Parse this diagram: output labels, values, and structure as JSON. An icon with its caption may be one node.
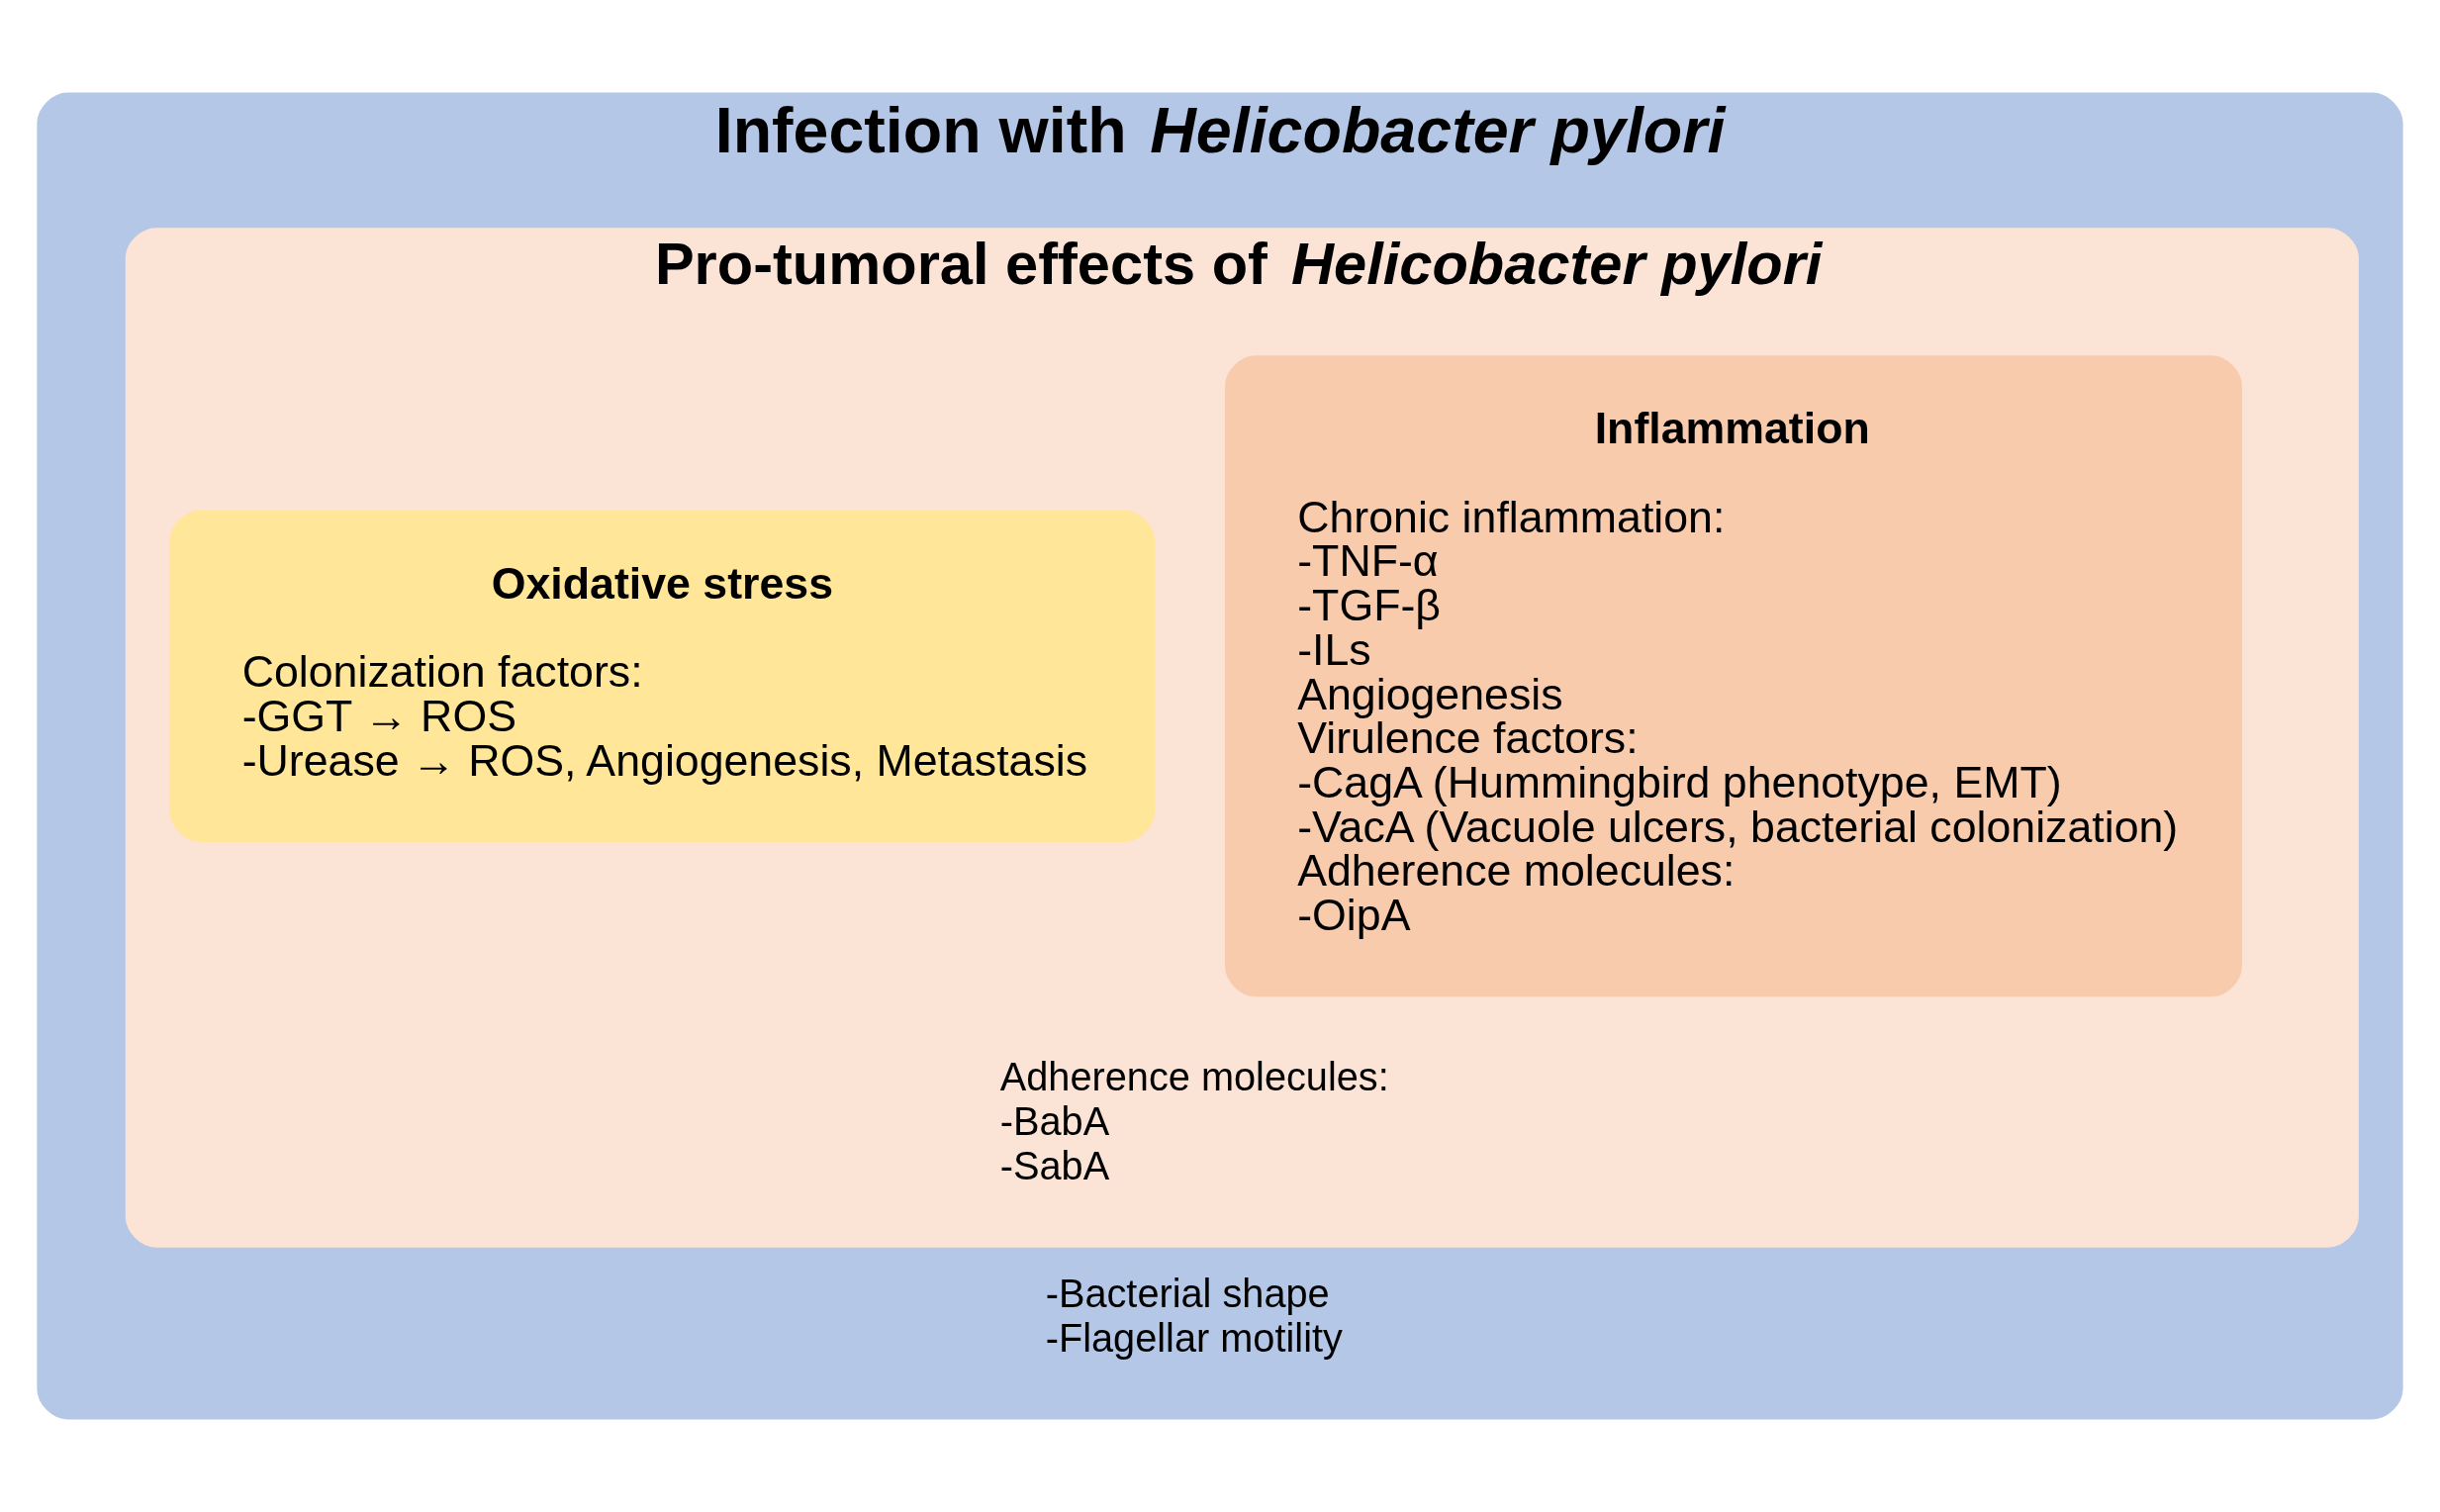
{
  "diagram": {
    "nodes": [
      {
        "text": [
          "Infection with *Helicobacter pylori*",
          "-Bacterial shape",
          "-Flagellar motility"
        ]
      },
      {
        "text": [
          "Pro-tumoral effects of *Helicobacter pylori*",
          "Adherence molecules:",
          "-BabA",
          "-SabA"
        ],
        "in": 0
      },
      {
        "text": [
          "Inflammation",
          "Chronic inflammation:",
          "-TNF-α",
          "-TGF-β",
          "-ILs",
          "Angiogenesis",
          "Virulence factors:",
          "-CagA (Hummingbird phenotype, EMT)",
          "-VacA (Vacuole ulcers, bacterial colonization)",
          "Adherence molecules:",
          "-OipA"
        ],
        "in": 1
      },
      {
        "text": [
          "Oxidative stress",
          "Colonization factors:",
          "-GGT → ROS",
          "-Urease → ROS, Angiogenesis, Metastasis"
        ],
        "in": 1
      }
    ]
  }
}
